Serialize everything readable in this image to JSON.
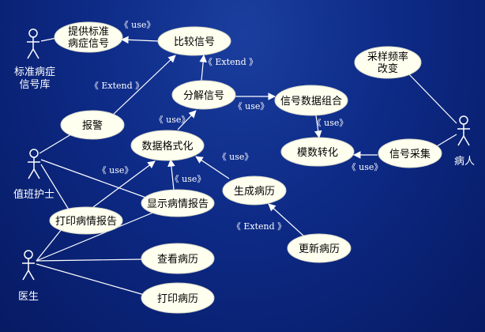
{
  "actors": {
    "std_db": {
      "line1": "标准病症",
      "line2": "信号库"
    },
    "nurse": {
      "label": "值班护士"
    },
    "doctor": {
      "label": "医生"
    },
    "patient": {
      "label": "病人"
    }
  },
  "use_cases": {
    "provide_std": {
      "line1": "提供标准",
      "line2": "病症信号"
    },
    "compare": {
      "label": "比较信号"
    },
    "decompose": {
      "label": "分解信号"
    },
    "combine": {
      "label": "信号数据组合"
    },
    "freq": {
      "line1": "采样频率",
      "line2": "改变"
    },
    "alarm": {
      "label": "报警"
    },
    "format": {
      "label": "数据格式化"
    },
    "modconv": {
      "label": "模数转化"
    },
    "collect": {
      "label": "信号采集"
    },
    "gen_record": {
      "label": "生成病历"
    },
    "print_report": {
      "label": "打印病情报告"
    },
    "show_report": {
      "label": "显示病情报告"
    },
    "view_record": {
      "label": "查看病历"
    },
    "update_record": {
      "label": "更新病历"
    },
    "print_record": {
      "label": "打印病历"
    }
  },
  "relations": {
    "r_compare_provide": "《 use》",
    "r_extend_compare": "《 Extend 》",
    "r_extend_alarm": "《 Extend 》",
    "r_decomp_combine": "《 use》",
    "r_combine_mod": "《 use》",
    "r_format_decomp": "《 use》",
    "r_gen_format": "《 use》",
    "r_mod_collect": "《 use》",
    "r_print_format": "《 use》",
    "r_show_format": "《 use》",
    "r_update_gen": "《 Extend 》"
  }
}
